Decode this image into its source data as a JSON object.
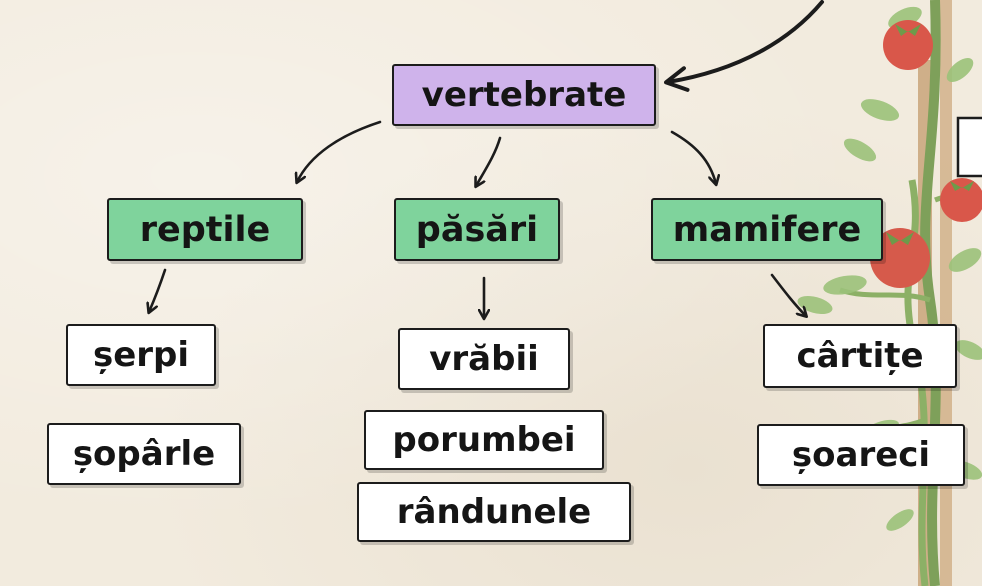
{
  "colors": {
    "background": "#f2ebde",
    "root": "#cfb3eb",
    "category": "#7fd39c",
    "leaf": "#ffffff",
    "ink": "#1c1c1c"
  },
  "diagram": {
    "root": "vertebrate",
    "categories": [
      {
        "label": "reptile",
        "examples": [
          "șerpi",
          "șopârle"
        ]
      },
      {
        "label": "păsări",
        "examples": [
          "vrăbii",
          "porumbei",
          "rândunele"
        ]
      },
      {
        "label": "mamifere",
        "examples": [
          "cârtițe",
          "șoareci"
        ]
      }
    ]
  },
  "decoration": {
    "plant": "tomato-plant-illustration"
  }
}
